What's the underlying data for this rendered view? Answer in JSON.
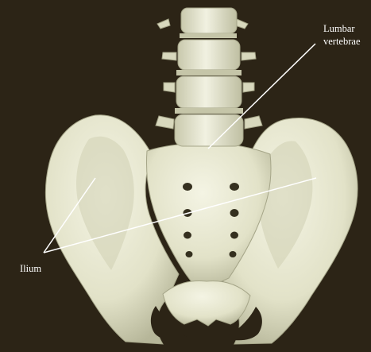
{
  "colors": {
    "background": "#2c2416",
    "bone": "#e9e9d4",
    "bone_shade": "#bdbd9f",
    "bone_dark": "#8f8f72",
    "leader_line": "#ffffff",
    "label_text": "#ffffff"
  },
  "labels": {
    "lumbar_vertebrae": [
      "Lumbar",
      "vertebrae"
    ],
    "ilium": "Ilium"
  }
}
